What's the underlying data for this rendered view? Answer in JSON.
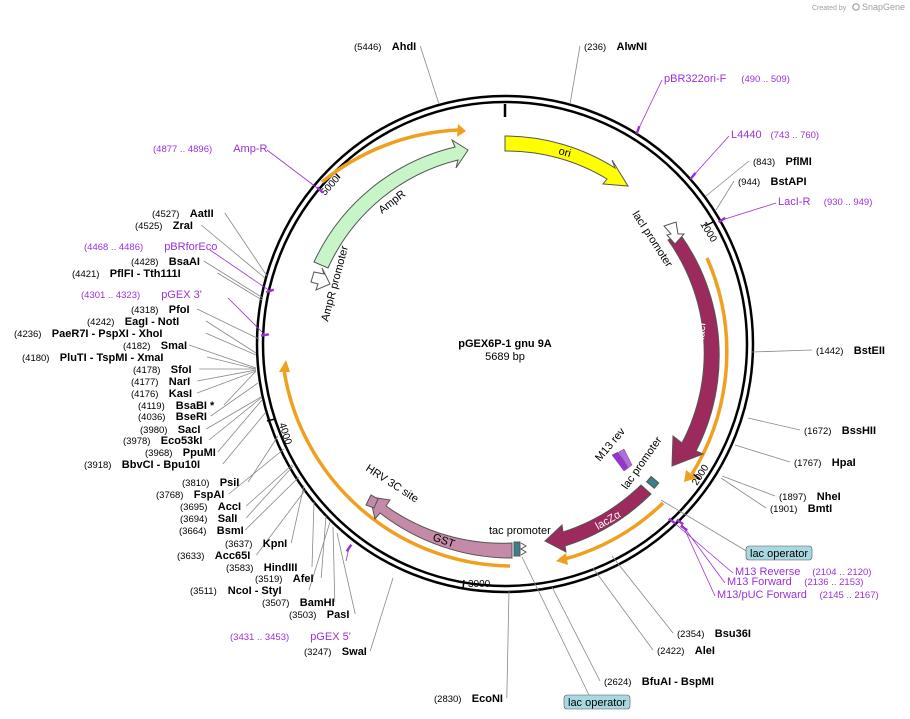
{
  "credit": {
    "prefix": "Created by",
    "brand": "SnapGene"
  },
  "plasmid": {
    "name": "pGEX6P-1 gnu 9A",
    "size": "5689 bp"
  },
  "ticks": [
    "1000",
    "2000",
    "3000",
    "4000",
    "5000"
  ],
  "features": {
    "ori": "ori",
    "lacI": "lacI",
    "lacI_promoter": "lacI promoter",
    "AmpR": "AmpR",
    "AmpR_promoter": "AmpR promoter",
    "GST": "GST",
    "HRV": "HRV 3C site",
    "lacZa": "lacZα",
    "lac_promoter_in": "lac promoter",
    "tac_promoter": "tac promoter",
    "M13rev": "M13 rev"
  },
  "enzymes": [
    {
      "pos": "(5446)",
      "name": "AhdI"
    },
    {
      "pos": "(236)",
      "name": "AlwNI"
    },
    {
      "pos": "(843)",
      "name": "PflMI"
    },
    {
      "pos": "(944)",
      "name": "BstAPI"
    },
    {
      "pos": "(1442)",
      "name": "BstEII"
    },
    {
      "pos": "(1672)",
      "name": "BssHII"
    },
    {
      "pos": "(1767)",
      "name": "HpaI"
    },
    {
      "pos": "(1897)",
      "name": "NheI"
    },
    {
      "pos": "(1901)",
      "name": "BmtI"
    },
    {
      "pos": "(2354)",
      "name": "Bsu36I"
    },
    {
      "pos": "(2422)",
      "name": "AleI"
    },
    {
      "pos": "(2624)",
      "name": "BfuAI  - BspMI"
    },
    {
      "pos": "(2830)",
      "name": "EcoNI"
    },
    {
      "pos": "(3247)",
      "name": "SwaI"
    },
    {
      "pos": "(3503)",
      "name": "PasI"
    },
    {
      "pos": "(3507)",
      "name": "BamHI"
    },
    {
      "pos": "(3511)",
      "name": "NcoI  - StyI"
    },
    {
      "pos": "(3519)",
      "name": "AfeI"
    },
    {
      "pos": "(3583)",
      "name": "HindIII"
    },
    {
      "pos": "(3633)",
      "name": "Acc65I"
    },
    {
      "pos": "(3637)",
      "name": "KpnI"
    },
    {
      "pos": "(3664)",
      "name": "BsmI"
    },
    {
      "pos": "(3694)",
      "name": "SalI"
    },
    {
      "pos": "(3695)",
      "name": "AccI"
    },
    {
      "pos": "(3768)",
      "name": "FspAI"
    },
    {
      "pos": "(3810)",
      "name": "PsiI"
    },
    {
      "pos": "(3918)",
      "name": "BbvCI  - Bpu10I"
    },
    {
      "pos": "(3968)",
      "name": "PpuMI"
    },
    {
      "pos": "(3978)",
      "name": "Eco53kI"
    },
    {
      "pos": "(3980)",
      "name": "SacI"
    },
    {
      "pos": "(4036)",
      "name": "BseRI"
    },
    {
      "pos": "(4119)",
      "name": "BsaBI *"
    },
    {
      "pos": "(4176)",
      "name": "KasI"
    },
    {
      "pos": "(4177)",
      "name": "NarI"
    },
    {
      "pos": "(4178)",
      "name": "SfoI"
    },
    {
      "pos": "(4180)",
      "name": "PluTI  - TspMI  - XmaI"
    },
    {
      "pos": "(4182)",
      "name": "SmaI"
    },
    {
      "pos": "(4236)",
      "name": "PaeR7I  - PspXI  - XhoI"
    },
    {
      "pos": "(4242)",
      "name": "EagI  - NotI"
    },
    {
      "pos": "(4318)",
      "name": "PfoI"
    },
    {
      "pos": "(4421)",
      "name": "PflFI  - Tth111I"
    },
    {
      "pos": "(4428)",
      "name": "BsaAI"
    },
    {
      "pos": "(4525)",
      "name": "ZraI"
    },
    {
      "pos": "(4527)",
      "name": "AatII"
    }
  ],
  "primers": [
    {
      "name": "pBR322ori-F",
      "pos": "(490 .. 509)"
    },
    {
      "name": "L4440",
      "pos": "(743 .. 760)"
    },
    {
      "name": "LacI-R",
      "pos": "(930 .. 949)"
    },
    {
      "name": "M13 Reverse",
      "pos": "(2104 .. 2120)"
    },
    {
      "name": "M13 Forward",
      "pos": "(2136 .. 2153)"
    },
    {
      "name": "M13/pUC Forward",
      "pos": "(2145 .. 2167)"
    },
    {
      "name": "pGEX 5'",
      "pos": "(3431 .. 3453)"
    },
    {
      "name": "pGEX 3'",
      "pos": "(4301 .. 4323)"
    },
    {
      "name": "pBRforEco",
      "pos": "(4468 .. 4486)"
    },
    {
      "name": "Amp-R",
      "pos": "(4877 .. 4896)"
    }
  ],
  "badges": [
    {
      "label": "lac operator"
    },
    {
      "label": "lac operator"
    }
  ],
  "colors": {
    "ori": "#ffff00",
    "lacI": "#9c2a5c",
    "AmpR": "#c7f5c7",
    "GST": "#c48aa8",
    "primer": "#9b30d9",
    "orf": "#f0a020",
    "badge": "#a8d8e0"
  }
}
